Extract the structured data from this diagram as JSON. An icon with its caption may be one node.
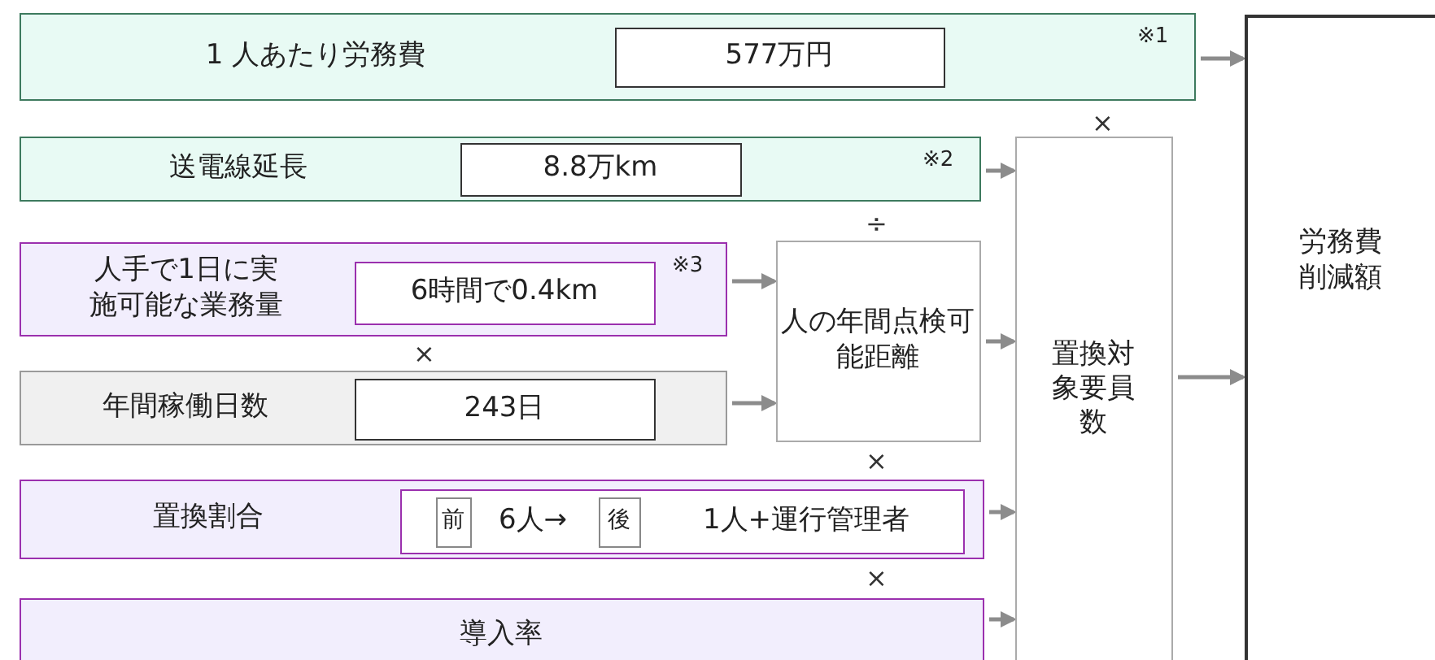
{
  "diagram": {
    "nodes": [
      {
        "text": [
          "1 人あたり労務費",
          "※1"
        ]
      },
      {
        "text": [
          "577万円"
        ],
        "in": 0
      },
      {
        "text": [
          "送電線延長",
          "※2"
        ]
      },
      {
        "text": [
          "8.8万km"
        ],
        "in": 2
      },
      {
        "text": [
          "人手で1日に実施可能な業務量",
          "※3"
        ]
      },
      {
        "text": [
          "6時間で0.4km"
        ],
        "in": 4
      },
      {
        "text": [
          "年間稼働日数"
        ]
      },
      {
        "text": [
          "243日"
        ],
        "in": 6
      },
      {
        "text": [
          "人の年間点検可能距離"
        ]
      },
      {
        "text": [
          "置換割合"
        ]
      },
      {
        "text": [
          "6人→",
          "1人+運行管理者"
        ],
        "in": 9
      },
      {
        "text": [
          "前"
        ],
        "in": 10
      },
      {
        "text": [
          "後"
        ],
        "in": 10
      },
      {
        "text": [
          "導入率"
        ]
      },
      {
        "text": [
          "置換対象要員数"
        ]
      },
      {
        "text": [
          "労務費削減額"
        ]
      }
    ],
    "edges": [
      {
        "from": 0,
        "to": 15,
        "arrow": "to"
      },
      {
        "from": 2,
        "to": 14,
        "arrow": "to"
      },
      {
        "from": 4,
        "to": 8,
        "arrow": "to"
      },
      {
        "from": 6,
        "to": 8,
        "arrow": "to"
      },
      {
        "from": 8,
        "to": 14,
        "arrow": "to"
      },
      {
        "from": 9,
        "to": 14,
        "arrow": "to"
      },
      {
        "from": 13,
        "to": 14,
        "arrow": "to"
      },
      {
        "from": 14,
        "to": 15,
        "arrow": "to"
      }
    ],
    "labels": [
      "×",
      "÷",
      "×",
      "×",
      "×"
    ]
  }
}
